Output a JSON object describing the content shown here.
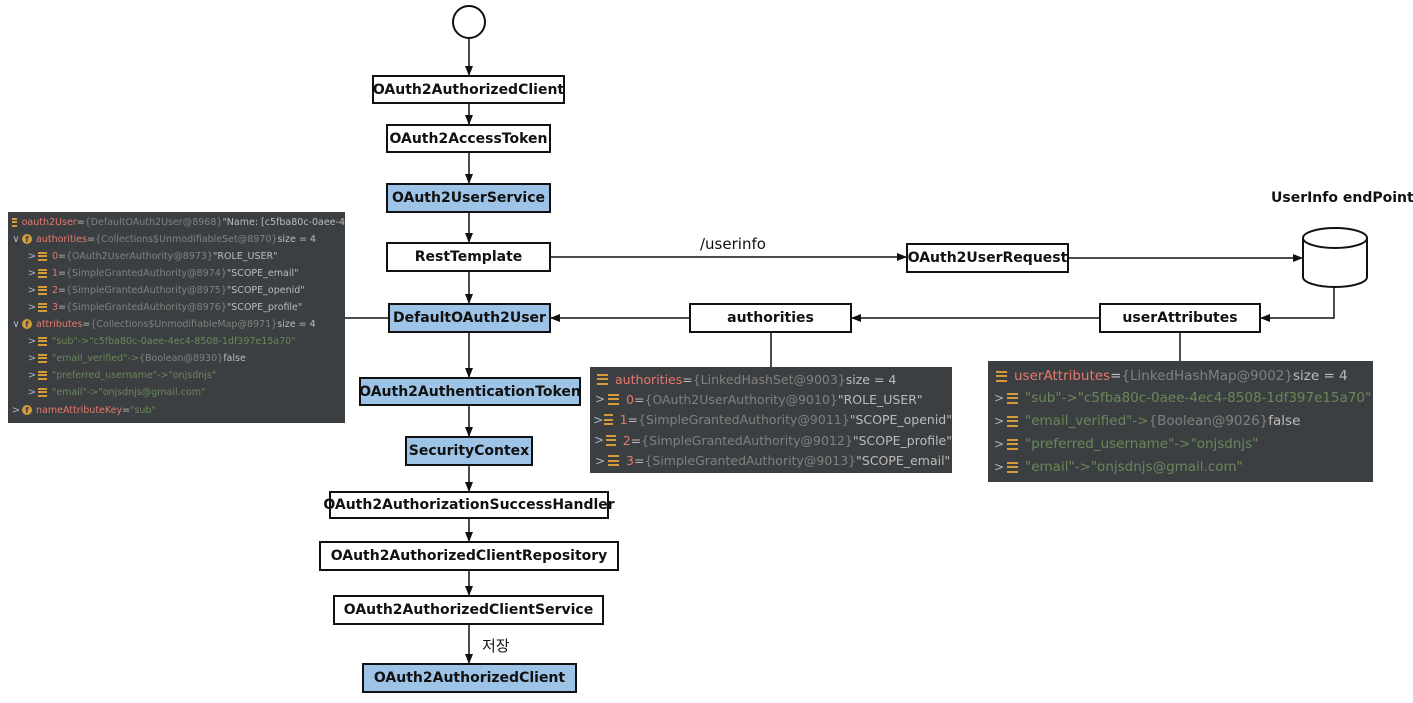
{
  "nodes": {
    "authorized_client_top": "OAuth2AuthorizedClient",
    "access_token": "OAuth2AccessToken",
    "user_service": "OAuth2UserService",
    "rest_template": "RestTemplate",
    "default_user": "DefaultOAuth2User",
    "authentication_token": "OAuth2AuthenticationToken",
    "security_context": "SecurityContex",
    "success_handler": "OAuth2AuthorizationSuccessHandler",
    "client_repository": "OAuth2AuthorizedClientRepository",
    "client_service": "OAuth2AuthorizedClientService",
    "authorized_client_bottom": "OAuth2AuthorizedClient",
    "user_request": "OAuth2UserRequest",
    "authorities": "authorities",
    "user_attributes": "userAttributes"
  },
  "labels": {
    "userinfo_endpoint": "UserInfo endPoint",
    "userinfo_path": "/userinfo",
    "save": "저장"
  },
  "colors": {
    "highlight_fill": "#9dc3e6",
    "debug_bg": "#3c3f41",
    "debug_field_icon": "#d39b3b",
    "debug_name": "#e5786d",
    "debug_type": "#808080",
    "debug_string": "#6a8759"
  },
  "debug_oauth2user": {
    "root": {
      "name": "oauth2User",
      "eq": " = ",
      "type": "{DefaultOAuth2User@8968}",
      "value": " \"Name: [c5fba80c-0aee-4"
    },
    "authorities": {
      "chevron": "∨",
      "name": "authorities",
      "eq": " = ",
      "type": "{Collections$UnmodifiableSet@8970}",
      "size": "  size = 4"
    },
    "auth_items": [
      {
        "chevron": ">",
        "idx": "0",
        "eq": " = ",
        "type": "{OAuth2UserAuthority@8973}",
        "value": " \"ROLE_USER\""
      },
      {
        "chevron": ">",
        "idx": "1",
        "eq": " = ",
        "type": "{SimpleGrantedAuthority@8974}",
        "value": " \"SCOPE_email\""
      },
      {
        "chevron": ">",
        "idx": "2",
        "eq": " = ",
        "type": "{SimpleGrantedAuthority@8975}",
        "value": " \"SCOPE_openid\""
      },
      {
        "chevron": ">",
        "idx": "3",
        "eq": " = ",
        "type": "{SimpleGrantedAuthority@8976}",
        "value": " \"SCOPE_profile\""
      }
    ],
    "attributes": {
      "chevron": "∨",
      "name": "attributes",
      "eq": " = ",
      "type": "{Collections$UnmodifiableMap@8971}",
      "size": "  size = 4"
    },
    "attr_items": [
      {
        "chevron": ">",
        "key": "\"sub\"",
        "arrow": " -> ",
        "value": "\"c5fba80c-0aee-4ec4-8508-1df397e15a70\"",
        "type": ""
      },
      {
        "chevron": ">",
        "key": "\"email_verified\"",
        "arrow": " -> ",
        "type": "{Boolean@8930}",
        "value": " false"
      },
      {
        "chevron": ">",
        "key": "\"preferred_username\"",
        "arrow": " -> ",
        "value": "\"onjsdnjs\"",
        "type": ""
      },
      {
        "chevron": ">",
        "key": "\"email\"",
        "arrow": " -> ",
        "value": "\"onjsdnjs@gmail.com\"",
        "type": ""
      }
    ],
    "name_attr": {
      "chevron": ">",
      "name": "nameAttributeKey",
      "eq": " = ",
      "value": "\"sub\""
    }
  },
  "debug_authorities": {
    "header": {
      "name": "authorities",
      "eq": " = ",
      "type": "{LinkedHashSet@9003}",
      "size": "  size = 4"
    },
    "items": [
      {
        "chevron": ">",
        "idx": "0",
        "eq": " = ",
        "type": "{OAuth2UserAuthority@9010}",
        "value": " \"ROLE_USER\""
      },
      {
        "chevron": ">",
        "idx": "1",
        "eq": " = ",
        "type": "{SimpleGrantedAuthority@9011}",
        "value": " \"SCOPE_openid\""
      },
      {
        "chevron": ">",
        "idx": "2",
        "eq": " = ",
        "type": "{SimpleGrantedAuthority@9012}",
        "value": " \"SCOPE_profile\""
      },
      {
        "chevron": ">",
        "idx": "3",
        "eq": " = ",
        "type": "{SimpleGrantedAuthority@9013}",
        "value": " \"SCOPE_email\""
      }
    ]
  },
  "debug_user_attributes": {
    "header": {
      "name": "userAttributes",
      "eq": " = ",
      "type": "{LinkedHashMap@9002}",
      "size": "  size = 4"
    },
    "items": [
      {
        "chevron": ">",
        "key": "\"sub\"",
        "arrow": " -> ",
        "value": "\"c5fba80c-0aee-4ec4-8508-1df397e15a70\"",
        "type": ""
      },
      {
        "chevron": ">",
        "key": "\"email_verified\"",
        "arrow": " -> ",
        "type": "{Boolean@9026}",
        "value": " false"
      },
      {
        "chevron": ">",
        "key": "\"preferred_username\"",
        "arrow": " -> ",
        "value": "\"onjsdnjs\"",
        "type": ""
      },
      {
        "chevron": ">",
        "key": "\"email\"",
        "arrow": " -> ",
        "value": "\"onjsdnjs@gmail.com\"",
        "type": ""
      }
    ]
  }
}
